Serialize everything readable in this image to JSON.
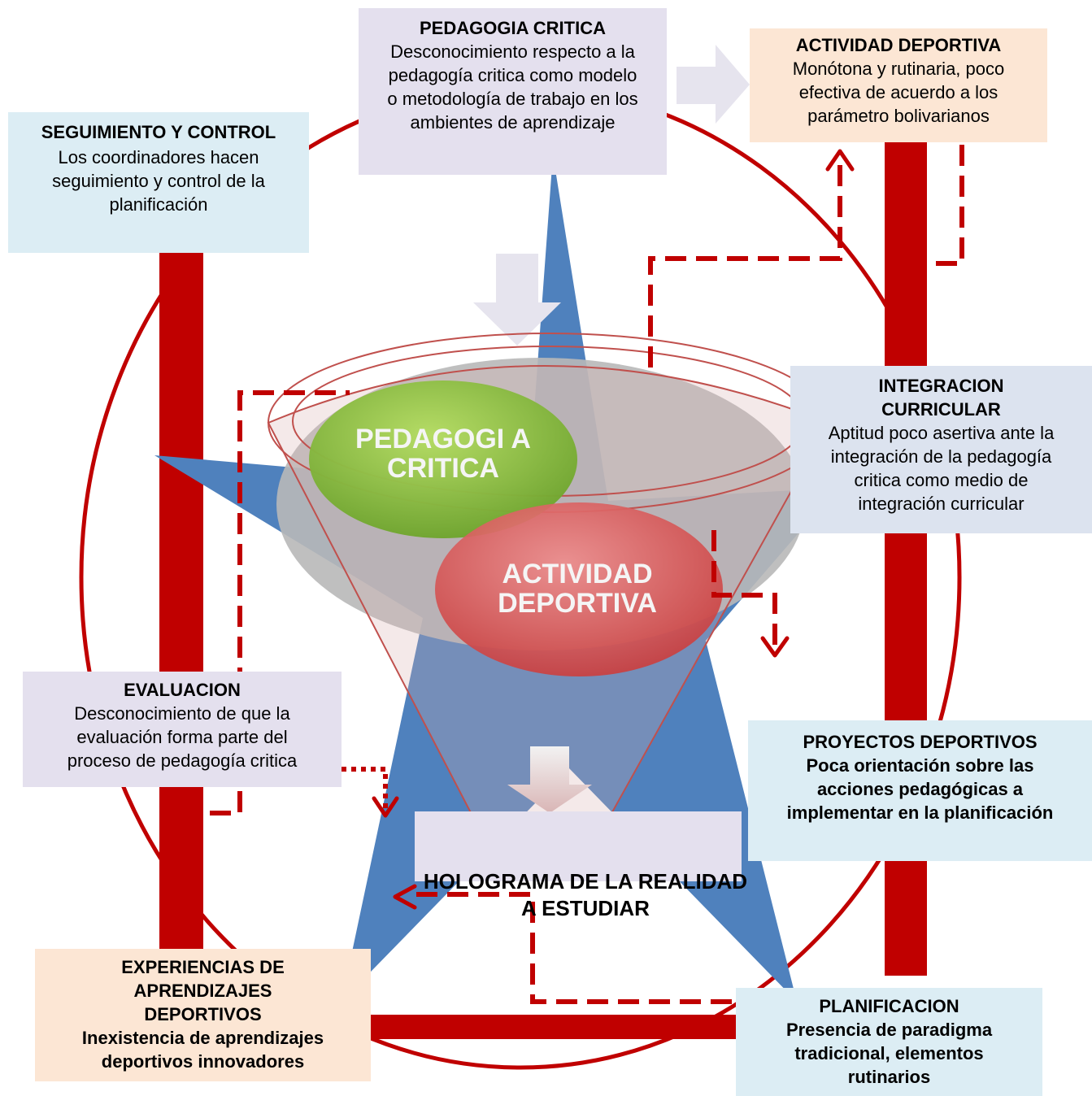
{
  "boxes": {
    "pedagogia_critica": {
      "title": "PEDAGOGIA CRITICA",
      "body": "Desconocimiento  respecto a la pedagogía critica como modelo o metodología de trabajo en los ambientes de aprendizaje"
    },
    "actividad_deportiva": {
      "title": "ACTIVIDAD DEPORTIVA",
      "body": "Monótona y rutinaria, poco efectiva de acuerdo a los parámetro bolivarianos"
    },
    "seguimiento_control": {
      "title": "SEGUIMIENTO Y CONTROL",
      "body": "Los coordinadores hacen seguimiento y control de la planificación"
    },
    "integracion_curricular": {
      "title": "INTEGRACION CURRICULAR",
      "body": "Aptitud poco asertiva ante la integración de la pedagogía critica como medio de integración curricular"
    },
    "evaluacion": {
      "title": "EVALUACION",
      "body": "Desconocimiento de que la evaluación forma parte del proceso de pedagogía critica"
    },
    "proyectos_deportivos": {
      "title": "PROYECTOS DEPORTIVOS",
      "body": "Poca orientación sobre las acciones pedagógicas a implementar en la planificación"
    },
    "experiencias": {
      "title": "EXPERIENCIAS DE APRENDIZAJES DEPORTIVOS",
      "body": "Inexistencia de aprendizajes deportivos innovadores"
    },
    "planificacion": {
      "title": "PLANIFICACION",
      "body": "Presencia de paradigma tradicional, elementos rutinarios"
    }
  },
  "center": {
    "green_label": "PEDAGOGI A CRITICA",
    "red_label": "ACTIVIDAD DEPORTIVA",
    "hologram": "HOLOGRAMA DE LA REALIDAD A ESTUDIAR"
  },
  "colors": {
    "red": "#c00000",
    "star_blue": "#4f81bd",
    "funnel_gray": "#b8b8b8",
    "green": "#8cc63f",
    "pink_red": "#e06666"
  }
}
